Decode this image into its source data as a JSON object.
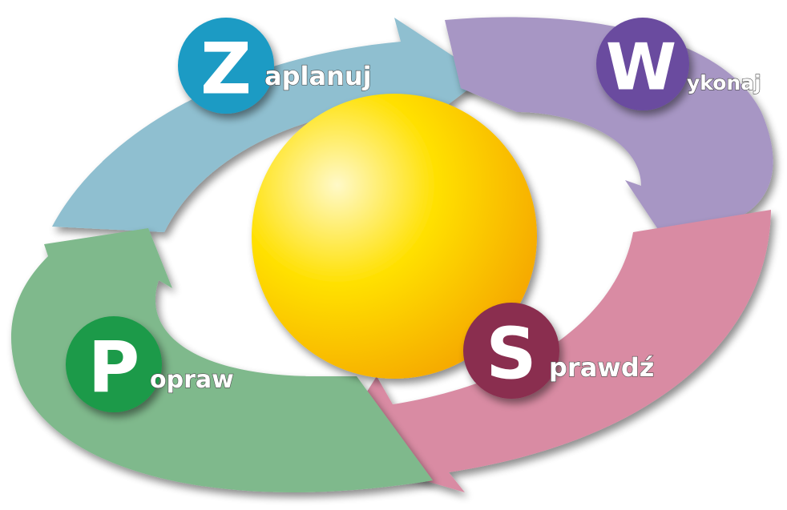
{
  "cycle": {
    "steps": [
      {
        "id": "plan",
        "letter": "Z",
        "rest": "aplanuj",
        "arrow_color": "#8fbfd0",
        "badge_color": "#1c9bc4"
      },
      {
        "id": "do",
        "letter": "W",
        "rest": "ykonaj",
        "arrow_color": "#a796c4",
        "badge_color": "#6a4c9f"
      },
      {
        "id": "check",
        "letter": "S",
        "rest": "prawdź",
        "arrow_color": "#d98ba3",
        "badge_color": "#8a2f4f"
      },
      {
        "id": "act",
        "letter": "P",
        "rest": "opraw",
        "arrow_color": "#7fb98c",
        "badge_color": "#1a9a48"
      }
    ],
    "center_sphere_colors": [
      "#fff9c8",
      "#ffe000",
      "#f5a600"
    ]
  }
}
